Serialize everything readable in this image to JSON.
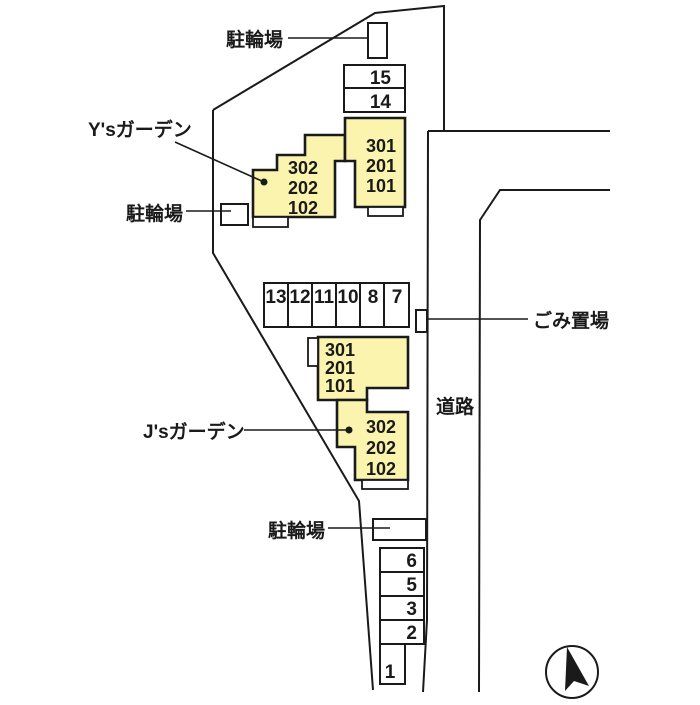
{
  "plan": {
    "building_y": {
      "name": "Y'sガーデン",
      "left_units": [
        "302",
        "202",
        "102"
      ],
      "right_units": [
        "301",
        "201",
        "101"
      ]
    },
    "building_j": {
      "name": "J'sガーデン",
      "upper_units": [
        "301",
        "201",
        "101"
      ],
      "lower_units": [
        "302",
        "202",
        "102"
      ]
    },
    "labels": {
      "bicycle_top": "駐輪場",
      "bicycle_mid": "駐輪場",
      "bicycle_bottom": "駐輪場",
      "garbage": "ごみ置場",
      "road": "道路"
    },
    "parking": {
      "top": [
        "15",
        "14"
      ],
      "middle": [
        "13",
        "12",
        "11",
        "10",
        "8",
        "7"
      ],
      "bottom": [
        "6",
        "5",
        "3",
        "2"
      ],
      "single": "1"
    }
  },
  "colors": {
    "building_fill": "#FBF4AE",
    "line": "#1A1A1A"
  }
}
